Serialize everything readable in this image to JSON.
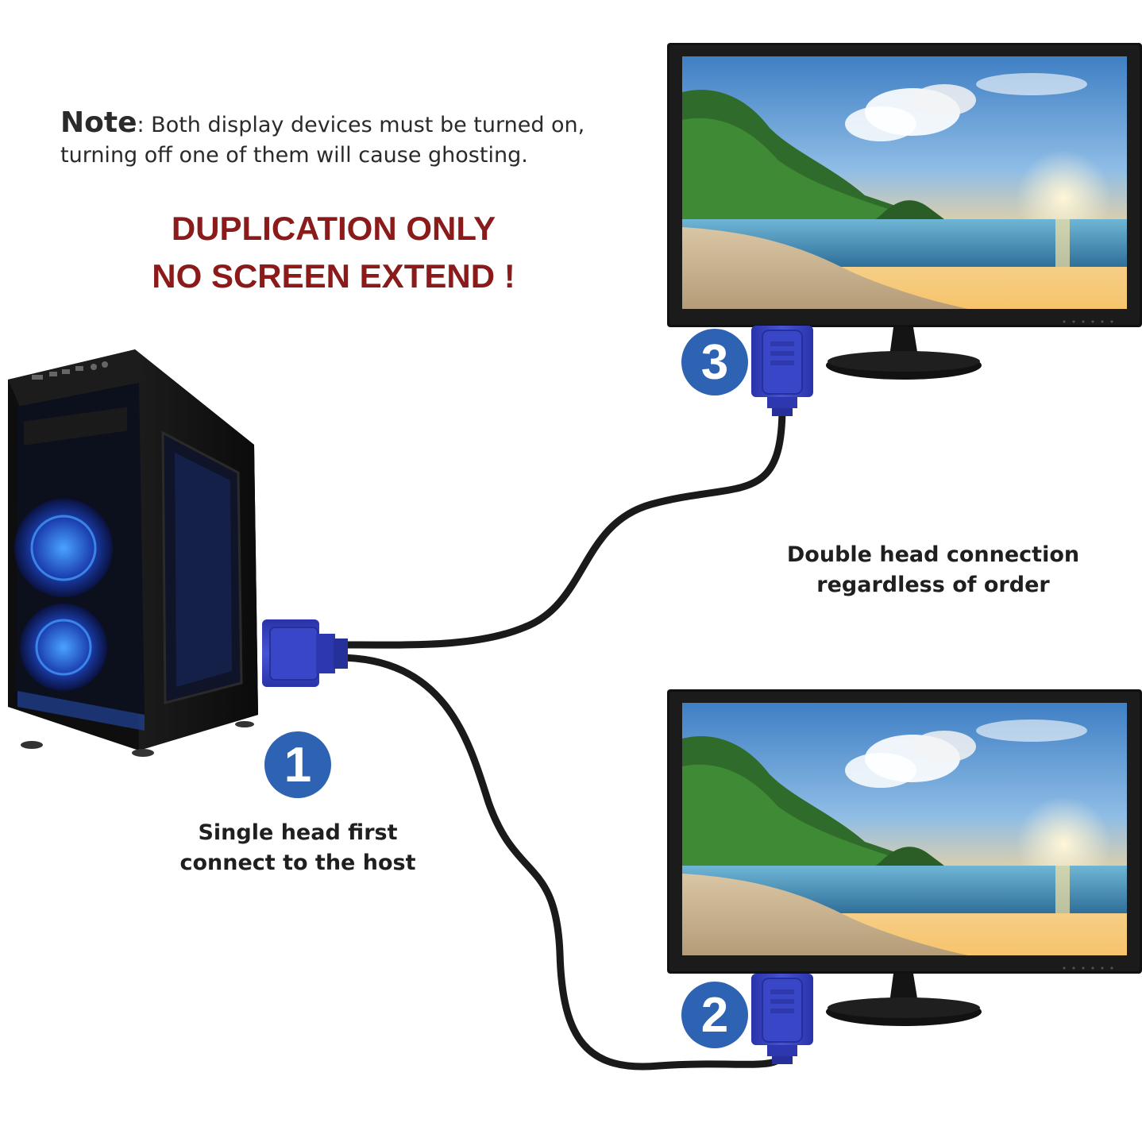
{
  "note": {
    "label": "Note",
    "text": ": Both display devices must be turned on, turning off one of them will cause ghosting."
  },
  "warning": {
    "line1": "DUPLICATION ONLY",
    "line2": "NO SCREEN EXTEND !"
  },
  "steps": [
    {
      "number": "1",
      "caption_line1": "Single head first",
      "caption_line2": "connect to the host"
    },
    {
      "number": "2"
    },
    {
      "number": "3"
    }
  ],
  "double_head": {
    "line1": "Double head connection",
    "line2": "regardless of order"
  },
  "colors": {
    "warning_red": "#8b1a1a",
    "badge_blue": "#2e62b2",
    "connector_blue": "#3340c0",
    "cable_black": "#1a1a1a"
  }
}
